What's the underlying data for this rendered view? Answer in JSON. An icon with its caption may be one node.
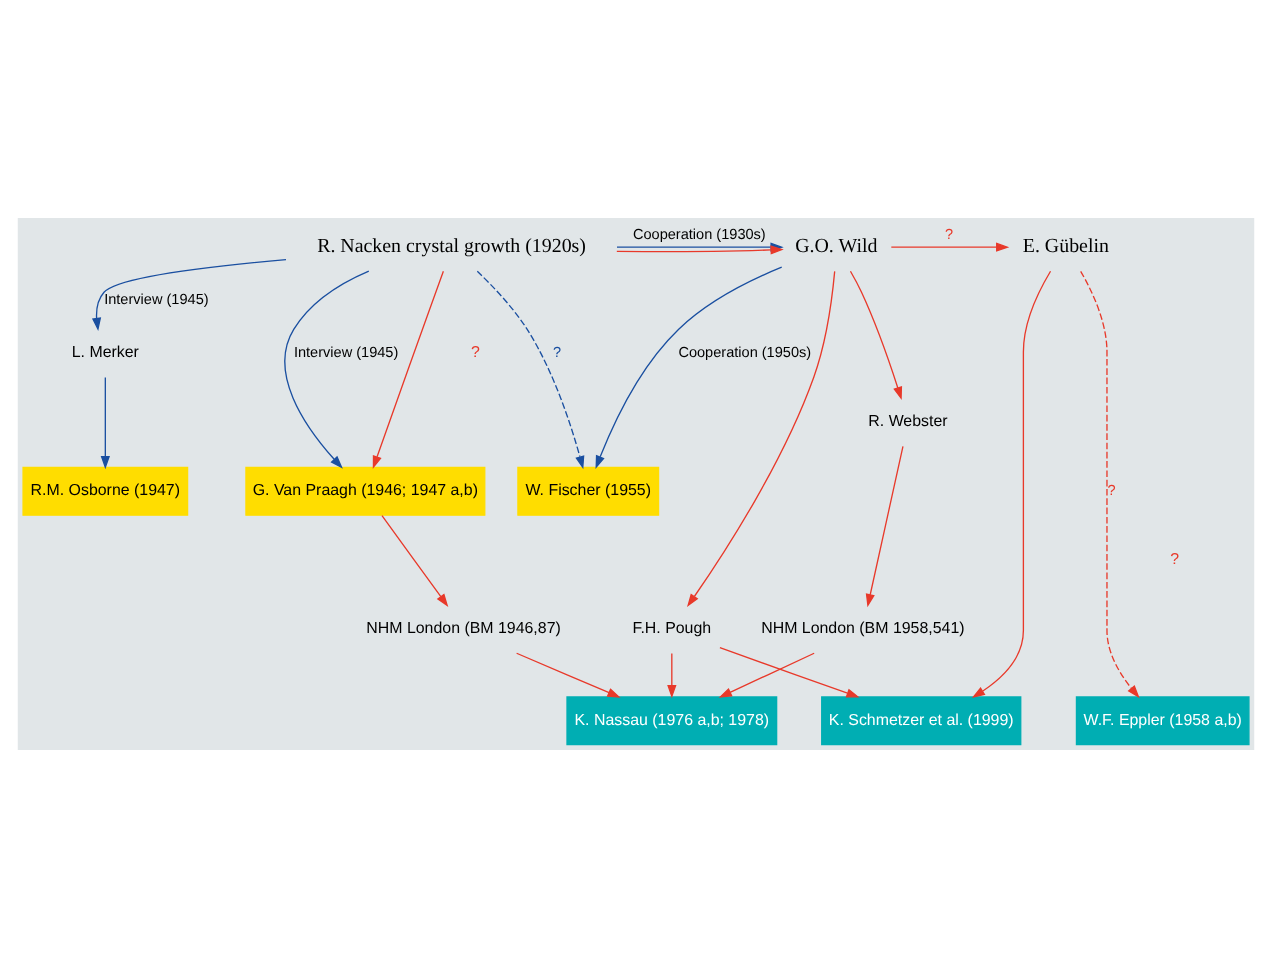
{
  "diagram": {
    "nodes": [
      {
        "text": [
          "G. Van Praagh (1946; 1947 a,b)"
        ]
      },
      {
        "text": [
          "R.M. Osborne (1947)"
        ]
      },
      {
        "text": [
          "W. Fischer (1955)"
        ]
      },
      {
        "text": [
          "L. Merker"
        ]
      },
      {
        "text": [
          "R. Nacken crystal growth (1920s)"
        ]
      },
      {
        "text": [
          "G.O. Wild"
        ]
      },
      {
        "text": [
          "E. Gübelin"
        ]
      },
      {
        "text": [
          "R. Webster"
        ]
      },
      {
        "text": [
          "NHM London (BM 1946,87)"
        ]
      },
      {
        "text": [
          "NHM London (BM 1958,541)"
        ]
      },
      {
        "text": [
          "F.H. Pough"
        ]
      },
      {
        "text": [
          "K. Nassau (1976 a,b; 1978)"
        ]
      },
      {
        "text": [
          "K. Schmetzer et al. (1999)"
        ]
      },
      {
        "text": [
          "W.F. Eppler (1958 a,b)"
        ]
      }
    ],
    "edges": [
      {
        "from": 4,
        "to": 0,
        "arrow": "to"
      },
      {
        "from": 4,
        "to": 0,
        "arrow": "to",
        "label": "Interview (1945)",
        "color": "#1a4fa0"
      },
      {
        "from": 4,
        "to": 3,
        "arrow": "to",
        "label": "Interview (1945)",
        "color": "#1a4fa0"
      },
      {
        "from": 3,
        "to": 1,
        "arrow": "to",
        "color": "#1a4fa0"
      },
      {
        "from": 4,
        "to": 2,
        "arrow": "to",
        "label": "?",
        "style": "dashed",
        "color": "#1a4fa0"
      },
      {
        "from": 4,
        "to": 5,
        "arrow": "to",
        "label": "Cooperation (1930s)",
        "color": "#1a4fa0"
      },
      {
        "from": 4,
        "to": 5,
        "arrow": "to"
      },
      {
        "from": 5,
        "to": 2,
        "arrow": "to",
        "label": "Cooperation (1950s)",
        "color": "#1a4fa0"
      },
      {
        "from": 5,
        "to": 6,
        "arrow": "to",
        "label": "?"
      },
      {
        "from": 5,
        "to": 7,
        "arrow": "to"
      },
      {
        "from": 5,
        "to": 10,
        "arrow": "to"
      },
      {
        "from": 7,
        "to": 9,
        "arrow": "to"
      },
      {
        "from": 0,
        "to": 8,
        "arrow": "to"
      },
      {
        "from": 8,
        "to": 11,
        "arrow": "to"
      },
      {
        "from": 9,
        "to": 11,
        "arrow": "to"
      },
      {
        "from": 10,
        "to": 11,
        "arrow": "to"
      },
      {
        "from": 10,
        "to": 12,
        "arrow": "to"
      },
      {
        "from": 6,
        "to": 12,
        "arrow": "to"
      },
      {
        "from": 6,
        "to": 13,
        "arrow": "to",
        "label": "?",
        "style": "dashed"
      }
    ],
    "labels": [
      "?",
      "?"
    ]
  }
}
